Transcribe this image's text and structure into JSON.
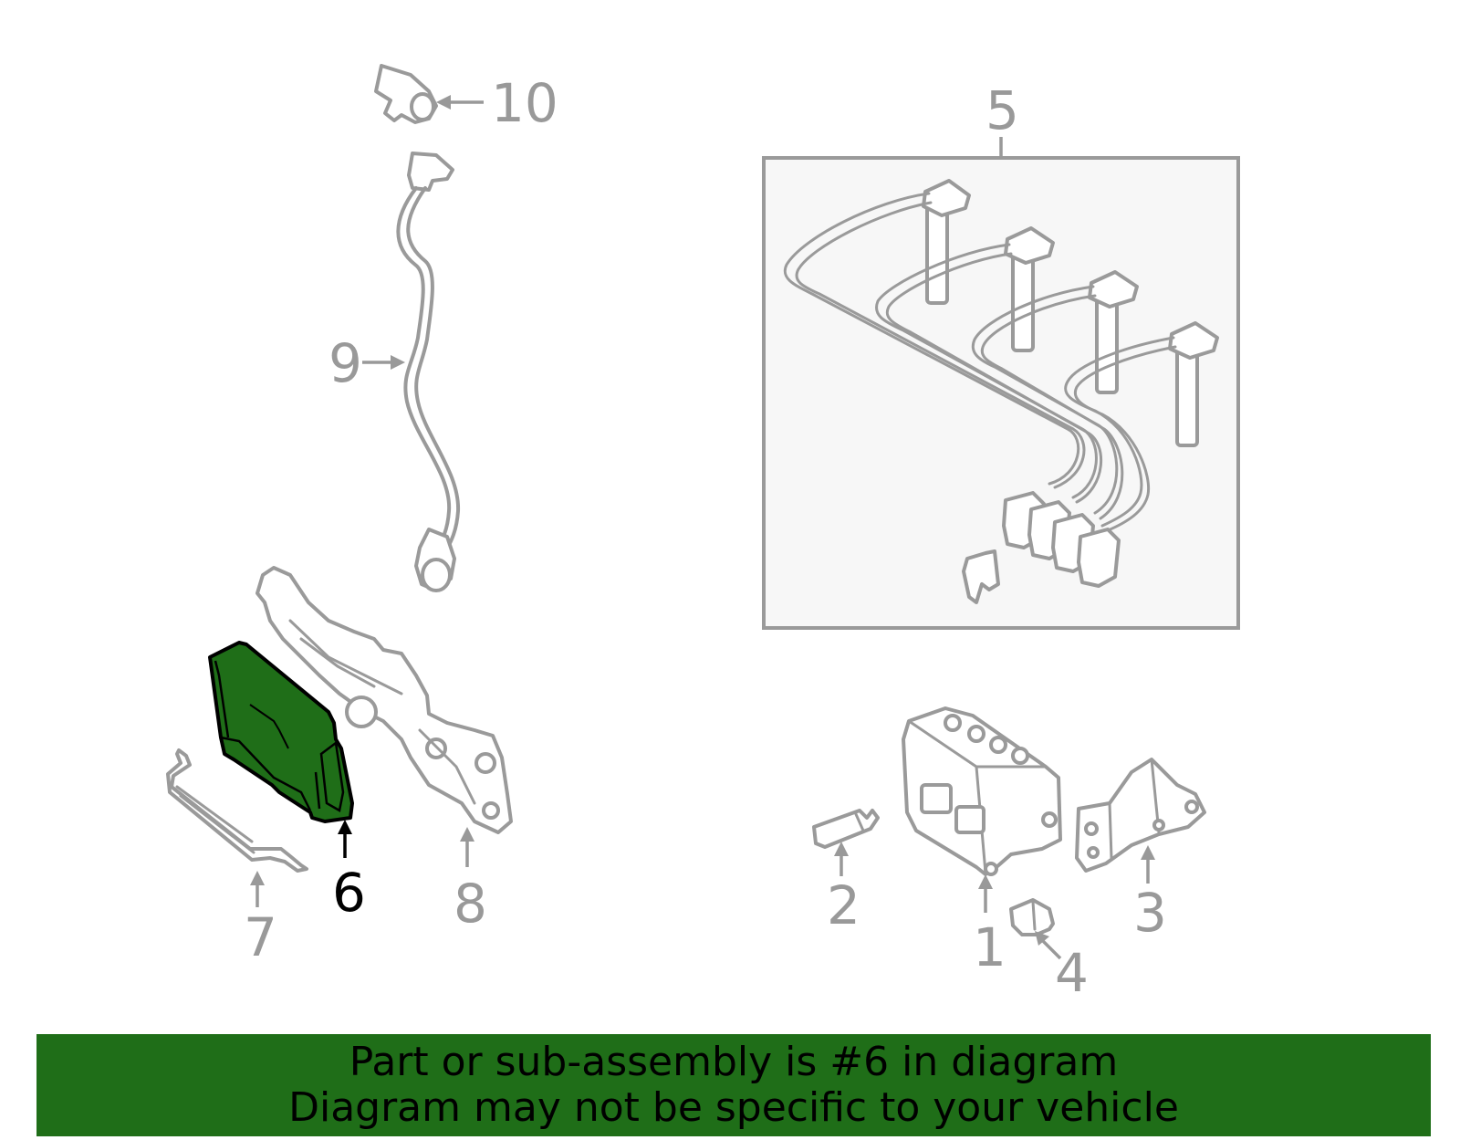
{
  "diagram": {
    "callouts": [
      {
        "id": "1",
        "label": "1"
      },
      {
        "id": "2",
        "label": "2"
      },
      {
        "id": "3",
        "label": "3"
      },
      {
        "id": "4",
        "label": "4"
      },
      {
        "id": "5",
        "label": "5"
      },
      {
        "id": "6",
        "label": "6",
        "highlighted": true
      },
      {
        "id": "7",
        "label": "7"
      },
      {
        "id": "8",
        "label": "8"
      },
      {
        "id": "9",
        "label": "9"
      },
      {
        "id": "10",
        "label": "10"
      }
    ],
    "highlight_color": "#1f6e18",
    "line_color": "#9a9a9a"
  },
  "banner": {
    "line1": "Part or sub-assembly is #6 in diagram",
    "line2": "Diagram may not be specific to your vehicle",
    "background": "#1f6e18"
  }
}
